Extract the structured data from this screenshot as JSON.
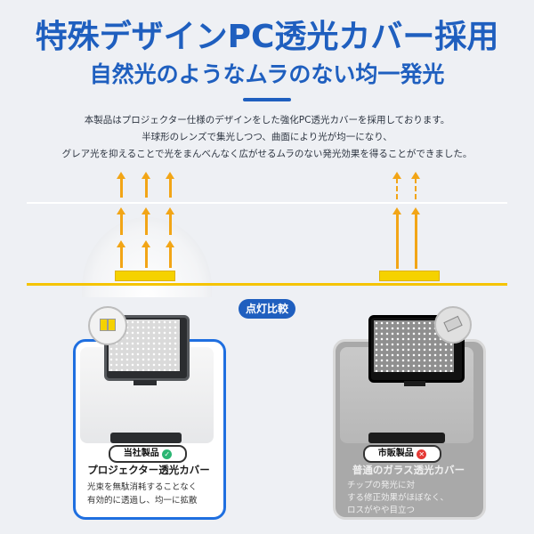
{
  "header": {
    "title": "特殊デザインPC透光カバー採用",
    "subtitle": "自然光のようなムラのない均一発光"
  },
  "description": [
    "本製品はプロジェクター仕様のデザインをした強化PC透光カバーを採用しております。",
    "半球形のレンズで集光しつつ、曲面により光が均一になり、",
    "グレア光を抑えることで光をまんべんなく広がせるムラのない発光効果を得ることができました。"
  ],
  "comparison": {
    "badge": "点灯比較",
    "left": {
      "label": "当社製品",
      "title": "プロジェクター透光カバー",
      "text": [
        "光束を無駄消耗することなく",
        "有効的に透過し、均一に拡散"
      ]
    },
    "right": {
      "label": "市販製品",
      "title": "普通のガラス透光カバー",
      "text": [
        "チップの発光に対",
        "する修正効果がほぼなく、",
        "ロスがやや目立つ"
      ]
    }
  },
  "colors": {
    "accent": "#1f5fbf",
    "light": "#f2a516",
    "chip": "#f5d200",
    "check": "#2bb673",
    "cross": "#e53935"
  }
}
